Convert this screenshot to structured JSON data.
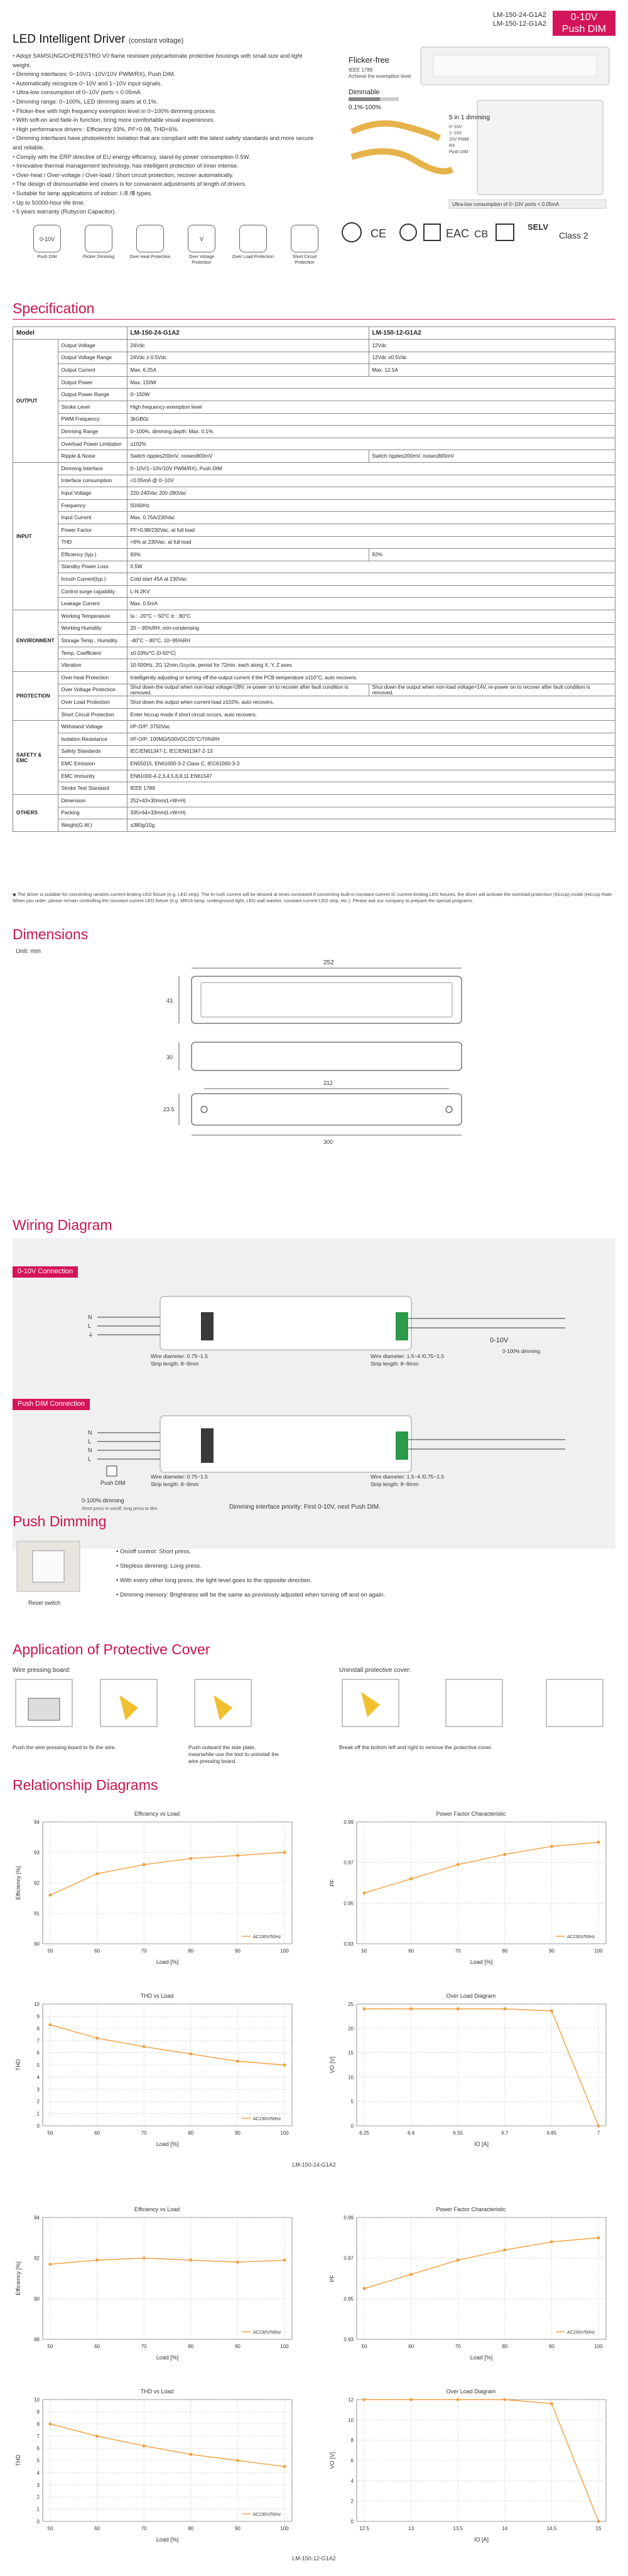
{
  "header": {
    "models": [
      "LM-150-24-G1A2",
      "LM-150-12-G1A2"
    ],
    "badge_line1": "0-10V",
    "badge_line2": "Push DIM",
    "title": "LED Intelligent Driver",
    "title_suffix": "(constant voltage)"
  },
  "features": [
    "Adopt SAMSUNG/CHERESTRO V0 flame resistant polycarbonate protective housings with small size and light weight.",
    "Dimming interfaces: 0~10V/1~10V/10V PWM/RX), Push DIM.",
    "Automatically recognize 0~10V and 1~10V input signals.",
    "Ultra-low consumption of 0~10V ports < 0.05mA.",
    "Dimming range: 0~100%, LED dimming starts at 0.1%.",
    "Flicker-free with high frequency exemption level in 0~100% dimming process.",
    "With soft-on and fade-in function, bring more comfortable visual experiences.",
    "High performance drivers : Efficiency 93%, PF>0.98, THD<6%.",
    "Dimming interfaces have photoelectric isolation that are compliant with the latest safety standards and more secure and reliable.",
    "Comply with the ERP directive of EU energy efficiency, stand-by power consumption 0.5W.",
    "Innovative thermal management technology, has intelligent protection of inner intense.",
    "Over-heat / Over-voltage / Over-load / Short circuit protection, recover automatically.",
    "The design of dismountable end covers is for convenient adjustments of length of drivers.",
    "Suitable for lamp applications of indoor: I /Ⅱ /Ⅲ types.",
    "Up to 50000-hour life time.",
    "5 years warranty (Rubycon Capacitor)."
  ],
  "product_callouts": {
    "flicker_free": "Flicker-free",
    "flicker_std": "IEEE 1789",
    "flicker_note": "Achieve the exemption level",
    "dimmable": "Dimmable",
    "dim_range": "0.1%-100%",
    "five_in_one": "5 in 1 dimming",
    "dim_modes": [
      "0~10V",
      "1~10V",
      "10V PWM",
      "RX",
      "Push DIM"
    ],
    "ultra_low": "Ultra-low consumption of 0~10V ports < 0.05mA"
  },
  "cert_labels": [
    "SELV",
    "Class 2"
  ],
  "feature_icons": [
    {
      "top": "0-10V",
      "bottom": "Push DIM"
    },
    {
      "top": "",
      "bottom": "Flicker Dimming"
    },
    {
      "top": "",
      "bottom": "Over Heat Protection"
    },
    {
      "top": "V",
      "bottom": "Over Voltage Protection"
    },
    {
      "top": "",
      "bottom": "Over Load Protection"
    },
    {
      "top": "",
      "bottom": "Short Circuit Protection"
    }
  ],
  "sections": {
    "specification": "Specification",
    "dimensions": "Dimensions",
    "wiring": "Wiring Diagram",
    "push_dimming": "Push Dimming",
    "protective_cover": "Application of Protective Cover",
    "relationship": "Relationship Diagrams"
  },
  "spec_table": {
    "headers": [
      "Model",
      "",
      "LM-150-24-G1A2",
      "LM-150-12-G1A2"
    ],
    "groups": [
      {
        "name": "OUTPUT",
        "rows": [
          [
            "Output Voltage",
            "24Vdc",
            "12Vdc"
          ],
          [
            "Output Voltage Range",
            "24Vdc ± 0.5Vdc",
            "12Vdc ±0.5Vdc"
          ],
          [
            "Output Current",
            "Max. 6.25A",
            "Max. 12.5A"
          ],
          [
            "Output Power",
            "Max. 150W",
            ""
          ],
          [
            "Output Power Range",
            "0~150W",
            ""
          ],
          [
            "Stroke Level",
            "High frequency exemption level",
            ""
          ],
          [
            "PWM Frequency",
            "3kGB0z",
            ""
          ],
          [
            "Dimming Range",
            "0~100%, dimming depth: Max. 0.1%",
            ""
          ],
          [
            "Overload Power Limitation",
            "≥102%",
            ""
          ],
          [
            "Ripple & Noise",
            "Switch ripple≤200mV, noise≤800mV",
            "Switch ripple≤200mV, noise≤800mV"
          ]
        ]
      },
      {
        "name": "INPUT",
        "rows": [
          [
            "Dimming Interface",
            "0~10V/1~10V/10V PWM/RX), Push DIM",
            ""
          ],
          [
            "Interface consumption",
            "<0.05mA @ 0~10V",
            ""
          ],
          [
            "Input Voltage",
            "220-240Vac        200-280Vac",
            ""
          ],
          [
            "Frequency",
            "50/60Hz",
            ""
          ],
          [
            "Input Current",
            "Max. 0.75A/230Vac",
            ""
          ],
          [
            "Power Factor",
            "PF>0.98/230Vac, at full load",
            ""
          ],
          [
            "THD",
            "<6% at 230Vac, at full load",
            ""
          ],
          [
            "Efficiency (typ.)",
            "93%",
            "92%"
          ],
          [
            "Standby Power Loss",
            "0.5W",
            ""
          ],
          [
            "Inrush Current(typ.)",
            "Cold start 45A at 230Vac",
            ""
          ],
          [
            "Control surge capability",
            "L-N:2KV",
            ""
          ],
          [
            "Leakage Current",
            "Max. 0.5mA",
            ""
          ]
        ]
      },
      {
        "name": "ENVIRONMENT",
        "rows": [
          [
            "Working Temperature",
            "ta : -20°C ~ 50°C   tc : 80°C",
            ""
          ],
          [
            "Working Humidity",
            "20 ~ 95%RH, non-condensing",
            ""
          ],
          [
            "Storage Temp., Humidity",
            "-40°C ~ 80°C, 10~95%RH",
            ""
          ],
          [
            "Temp. Coefficient",
            "±0.03%/°C (0-50°C)",
            ""
          ],
          [
            "Vibration",
            "10-500Hz, 2G 12min./1cycle, period for 72min. each along X, Y, Z axes",
            ""
          ]
        ]
      },
      {
        "name": "PROTECTION",
        "rows": [
          [
            "Over-heat Protection",
            "Intelligently adjusting or turning off the output current if the PCB temperature ≥110°C, auto recovers.",
            ""
          ],
          [
            "Over Voltage Protection",
            "Shut down the output when non-load voltage>28V, re-power on to recover after fault condition is removed.",
            "Shut down the output when non-load voltage>14V, re-power on to recover after fault condition is removed."
          ],
          [
            "Over Load Protection",
            "Shut down the output when current load ≥102%, auto recovers.",
            ""
          ],
          [
            "Short Circuit Protection",
            "Enter hiccup mode if short circuit occurs, auto recovers.",
            ""
          ]
        ]
      },
      {
        "name": "SAFETY & EMC",
        "rows": [
          [
            "Withstand Voltage",
            "I/P-O/P: 3750Vac",
            ""
          ],
          [
            "Isolation Resistance",
            "I/P-O/P: 100MΩ/500VDC/25°C/70%RH",
            ""
          ],
          [
            "Safety Standards",
            "IEC/EN61347-1, IEC/EN61347-2-13",
            ""
          ],
          [
            "EMC Emission",
            "EN55015, EN61000-3-2 Class C, IEC61000-3-3",
            ""
          ],
          [
            "EMC Immunity",
            "EN61000-4-2,3,4,5,6,8,11  EN61547",
            ""
          ],
          [
            "Stroke Test Standard",
            "IEEE 1789",
            ""
          ]
        ]
      },
      {
        "name": "OTHERS",
        "rows": [
          [
            "Dimension",
            "252×43×30mm(L×W×H)",
            ""
          ],
          [
            "Packing",
            "335×64×33mm(L×W×H)",
            ""
          ],
          [
            "Weight(G.W.)",
            "≤380g/10g",
            ""
          ]
        ]
      }
    ]
  },
  "spec_note": "◆ The driver is suitable for connecting random current-limiting LED fixture (e.g. LED strip). The in-rush current will be desired at times increased if connecting built-in constant current IC current-limiting LED fixtures, the driver will activate the overload protection (hiccup) mode (Hiccup Rate: When you order, please remain controlling the constant current LED fixture (e.g. MR16 lamp, underground light, LED wall washer, constant current LED strip, etc.). Please ask our company to prepare the special programs.",
  "dimensions": {
    "unit": "Unit: mm",
    "length_top": "252",
    "height_side": "43",
    "side_h": "30",
    "inner": "212",
    "bottom": "300",
    "h2": "23.5"
  },
  "wiring": {
    "tag1": "0-10V Connection",
    "tag2": "Push DIM Connection",
    "wire_dia_in": "Wire diameter: 0.75~1.5",
    "strip_len": "Strip length: 8~9mm",
    "wire_dia_out": "Wire diameter: 1.5~4 /0.75~1.5",
    "dim_label": "0-10V",
    "dim_note": "0-100% dimming",
    "push_label": "Push DIM",
    "push_dim_note": "0-100% dimming",
    "push_dim_sub": "Short press to on/off, long press to dim",
    "priority": "Dimming interface priority: First 0-10V, next Push DIM.",
    "inputs": [
      "N",
      "L",
      "⏚"
    ],
    "inputs2": [
      "N",
      "L",
      "N",
      "L"
    ]
  },
  "push": {
    "switch_label": "Reset switch",
    "items": [
      "On/off control: Short press.",
      "Stepless dimming: Long press.",
      "With every other long press, the light level goes to the opposite direction.",
      "Dimming memory: Brightness will be the same as previously adjusted when turning off and on again."
    ]
  },
  "cover": {
    "left_title": "Wire pressing board:",
    "right_title": "Uninstall protective cover:",
    "cap1": "Push the wire pressing board to fix the wire.",
    "cap2": "Push outward the side plate, meanwhile use the tool to uninstall the wire pressing board.",
    "cap3": "Break off the bottom left and right to remove the protective cover."
  },
  "charts_24": {
    "model": "LM-150-24-G1A2",
    "eff": {
      "title": "Efficiency vs Load",
      "xlabel": "Load [%]",
      "ylabel": "Efficiency [%]",
      "legend": "AC230V/50Hz",
      "x": [
        50,
        60,
        70,
        80,
        90,
        100
      ],
      "y": [
        91.6,
        92.3,
        92.6,
        92.8,
        92.9,
        93.0
      ],
      "ylim": [
        90,
        94
      ],
      "yticks": [
        90,
        91,
        92,
        93,
        94
      ]
    },
    "pf": {
      "title": "Power Factor Characteristic",
      "xlabel": "Load [%]",
      "ylabel": "PF",
      "legend": "AC230V/50Hz",
      "x": [
        50,
        60,
        70,
        80,
        90,
        100
      ],
      "y": [
        0.955,
        0.962,
        0.969,
        0.974,
        0.978,
        0.98
      ],
      "ylim": [
        0.93,
        0.99
      ],
      "yticks": [
        0.93,
        0.95,
        0.97,
        0.99
      ]
    },
    "thd": {
      "title": "THD vs Load",
      "xlabel": "Load [%]",
      "ylabel": "THD",
      "legend": "AC230V/50Hz",
      "x": [
        50,
        60,
        70,
        80,
        90,
        100
      ],
      "y": [
        8.3,
        7.2,
        6.5,
        5.9,
        5.3,
        5.0
      ],
      "ylim": [
        0,
        10
      ],
      "yticks": [
        0,
        1,
        2,
        3,
        4,
        5,
        6,
        7,
        8,
        9,
        10
      ]
    },
    "ol": {
      "title": "Over Load Diagram",
      "xlabel": "IO [A]",
      "ylabel": "VO [V]",
      "x": [
        6.25,
        6.4,
        6.55,
        6.7,
        6.85,
        7.0
      ],
      "y": [
        24,
        24,
        24,
        24,
        23.6,
        0
      ],
      "ylim": [
        0,
        25
      ],
      "yticks": [
        0,
        5,
        10,
        15,
        20,
        25
      ]
    }
  },
  "charts_12": {
    "model": "LM-150-12-G1A2",
    "eff": {
      "title": "Efficiency vs Load",
      "xlabel": "Load [%]",
      "ylabel": "Efficiency [%]",
      "legend": "AC230V/50Hz",
      "x": [
        50,
        60,
        70,
        80,
        90,
        100
      ],
      "y": [
        91.7,
        91.9,
        92.0,
        91.9,
        91.8,
        91.9
      ],
      "ylim": [
        88,
        94
      ],
      "yticks": [
        88,
        90,
        92,
        94
      ]
    },
    "pf": {
      "title": "Power Factor Characteristic",
      "xlabel": "Load [%]",
      "ylabel": "PF",
      "legend": "AC230V/50Hz",
      "x": [
        50,
        60,
        70,
        80,
        90,
        100
      ],
      "y": [
        0.955,
        0.962,
        0.969,
        0.974,
        0.978,
        0.98
      ],
      "ylim": [
        0.93,
        0.99
      ],
      "yticks": [
        0.93,
        0.95,
        0.97,
        0.99
      ]
    },
    "thd": {
      "title": "THD vs Load",
      "xlabel": "Load [%]",
      "ylabel": "THD",
      "legend": "AC230V/50Hz",
      "x": [
        50,
        60,
        70,
        80,
        90,
        100
      ],
      "y": [
        8.0,
        7.0,
        6.2,
        5.5,
        5.0,
        4.5
      ],
      "ylim": [
        0,
        10
      ],
      "yticks": [
        0,
        1,
        2,
        3,
        4,
        5,
        6,
        7,
        8,
        9,
        10
      ]
    },
    "ol": {
      "title": "Over Load Diagram",
      "xlabel": "IO [A]",
      "ylabel": "VO [V]",
      "x": [
        12.5,
        13,
        13.5,
        14,
        14.5,
        15
      ],
      "y": [
        12,
        12,
        12,
        12,
        11.6,
        0
      ],
      "ylim": [
        0,
        12
      ],
      "yticks": [
        0,
        2,
        4,
        6,
        8,
        10,
        12
      ]
    }
  },
  "colors": {
    "accent": "#c8154f",
    "badge": "#d4145a",
    "line": "#f0a040"
  }
}
